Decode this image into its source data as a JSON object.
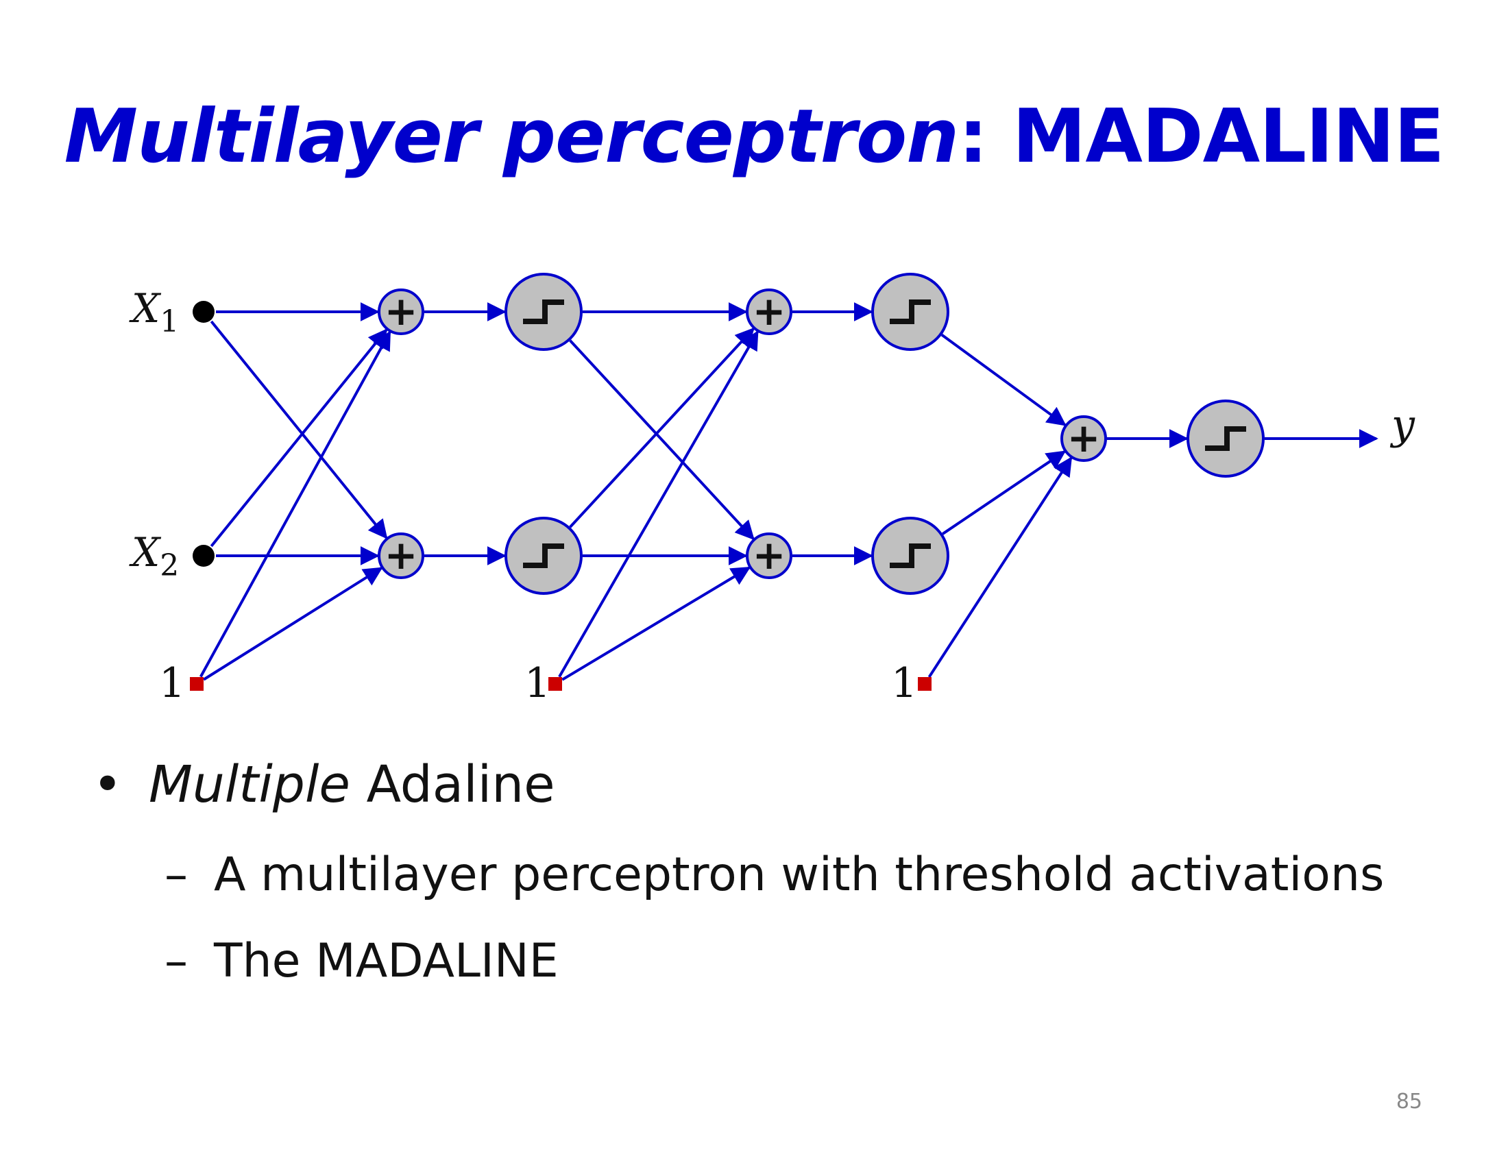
{
  "title": {
    "italic_part": "Multilayer perceptron",
    "regular_part": ": MADALINE"
  },
  "diagram": {
    "inputs": [
      {
        "label": "X",
        "subscript": "1"
      },
      {
        "label": "X",
        "subscript": "2"
      }
    ],
    "bias_label": "1",
    "output_label": "y",
    "sum_symbol": "+",
    "activation_icon": "step-function-icon",
    "edge_color": "#0000cc",
    "node_fill": "#c0c0c0",
    "bias_color": "#cc0000"
  },
  "bullets": {
    "main": {
      "symbol": "•",
      "italic": "Multiple",
      "rest": " Adaline"
    },
    "subs": [
      {
        "dash": "–",
        "text": "A multilayer perceptron with threshold activations"
      },
      {
        "dash": "–",
        "text": "The MADALINE"
      }
    ]
  },
  "page_number": "85"
}
